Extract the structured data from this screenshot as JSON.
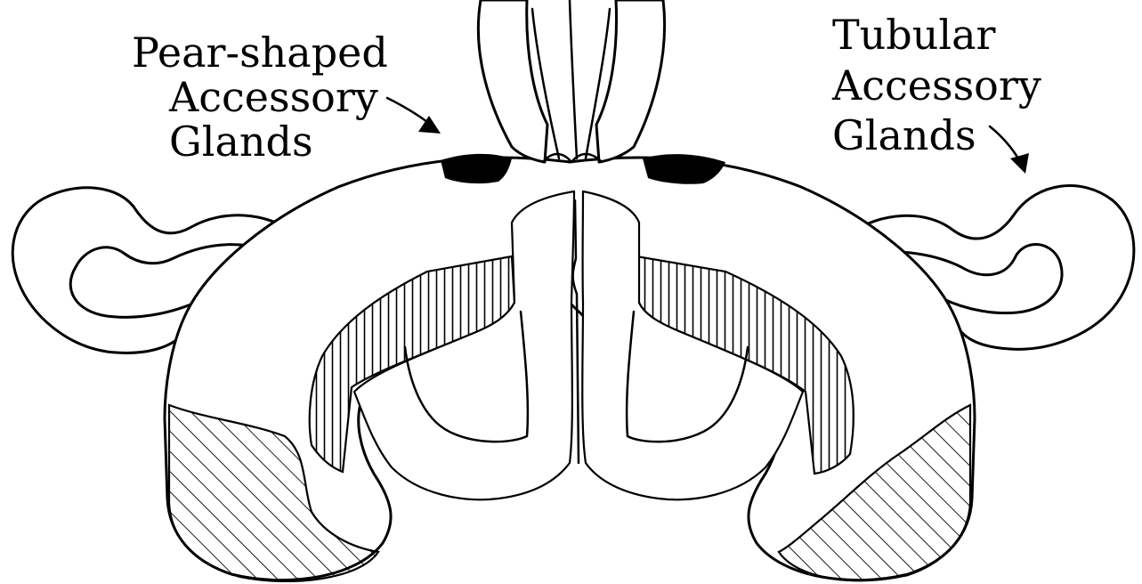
{
  "labels": {
    "left": [
      "Pear-shaped",
      "Accessory",
      "Glands"
    ],
    "right": [
      "Tubular",
      "Accessory",
      "Glands"
    ]
  },
  "colors": {
    "stroke": "#000000",
    "background": "#ffffff",
    "pear_gland_fill": "#000000"
  }
}
